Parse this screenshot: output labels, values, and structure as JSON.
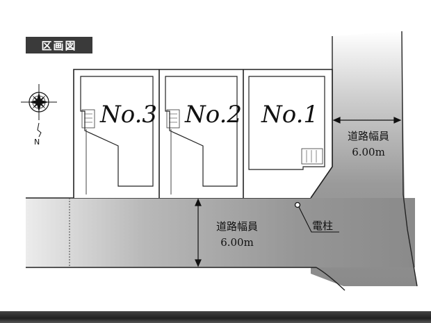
{
  "title": "区画図",
  "lots": [
    {
      "label": "No.3"
    },
    {
      "label": "No.2"
    },
    {
      "label": "No.1"
    }
  ],
  "roads": {
    "east": {
      "name": "道路幅員",
      "width": "6.00m"
    },
    "south": {
      "name": "道路幅員",
      "width": "6.00m"
    }
  },
  "utility_pole_label": "電柱",
  "compass": {
    "north_label": "N"
  },
  "colors": {
    "road_dark": "#7f7f7f",
    "road_light": "#e8e8e8",
    "line": "#222222",
    "badge": "#3a3a3a"
  }
}
